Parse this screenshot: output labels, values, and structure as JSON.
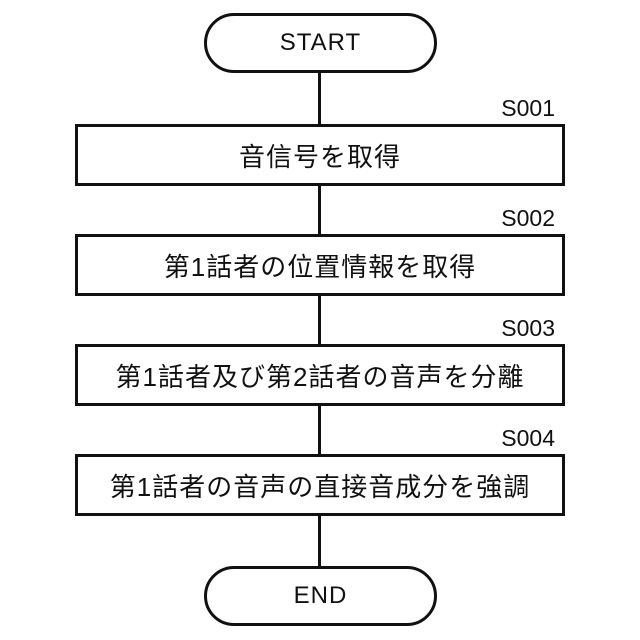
{
  "flowchart": {
    "start_label": "START",
    "end_label": "END",
    "steps": [
      {
        "id": "S001",
        "text": "音信号を取得"
      },
      {
        "id": "S002",
        "text": "第1話者の位置情報を取得"
      },
      {
        "id": "S003",
        "text": "第1話者及び第2話者の音声を分離"
      },
      {
        "id": "S004",
        "text": "第1話者の音声の直接音成分を強調"
      }
    ]
  }
}
